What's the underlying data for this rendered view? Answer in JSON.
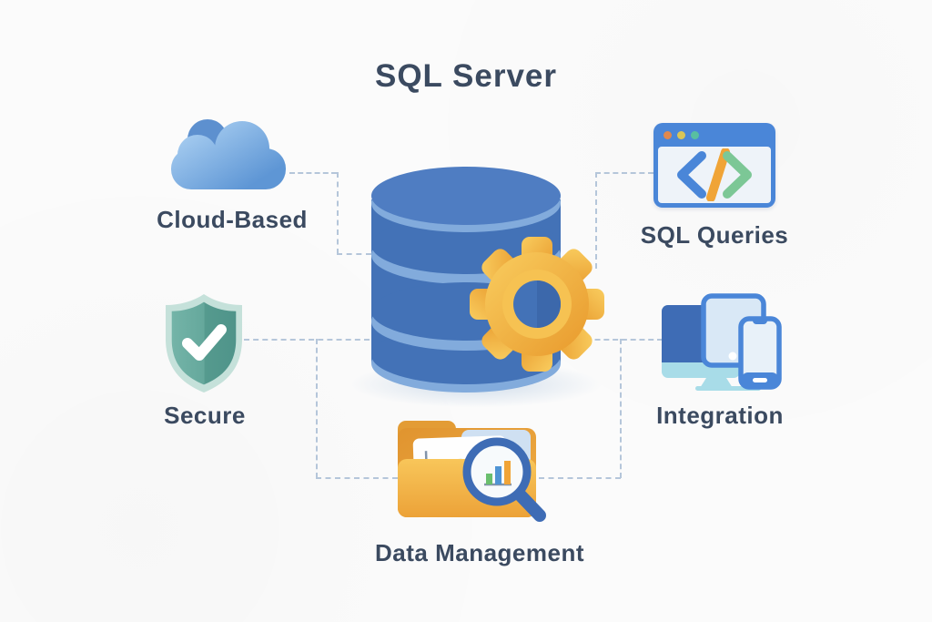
{
  "title": "SQL Server",
  "features": {
    "cloud": {
      "label": "Cloud-Based",
      "icon": "cloud-icon"
    },
    "sql_queries": {
      "label": "SQL Queries",
      "icon": "code-window-icon"
    },
    "secure": {
      "label": "Secure",
      "icon": "shield-check-icon"
    },
    "integration": {
      "label": "Integration",
      "icon": "devices-icon"
    },
    "data_management": {
      "label": "Data Management",
      "icon": "folder-chart-magnifier-icon"
    }
  },
  "center": {
    "icons": [
      "database-icon",
      "gear-icon"
    ]
  },
  "colors": {
    "background": "#fbfbfb",
    "text": "#3b4a60",
    "connector_dash": "#b5c6da",
    "database_blue": "#4372b7",
    "database_band_light": "#82abdc",
    "gear_orange": "#f0a838",
    "accent_blue": "#4a86d8",
    "code_slash_orange": "#f0a437",
    "code_chevron_green": "#7cc796",
    "shield_teal": "#5fa094",
    "cloud_blue": "#5e96d5",
    "folder_orange": "#f0ae43",
    "bar_green": "#6abf6e",
    "bar_blue": "#4f94d4",
    "bar_orange": "#f0a437"
  }
}
